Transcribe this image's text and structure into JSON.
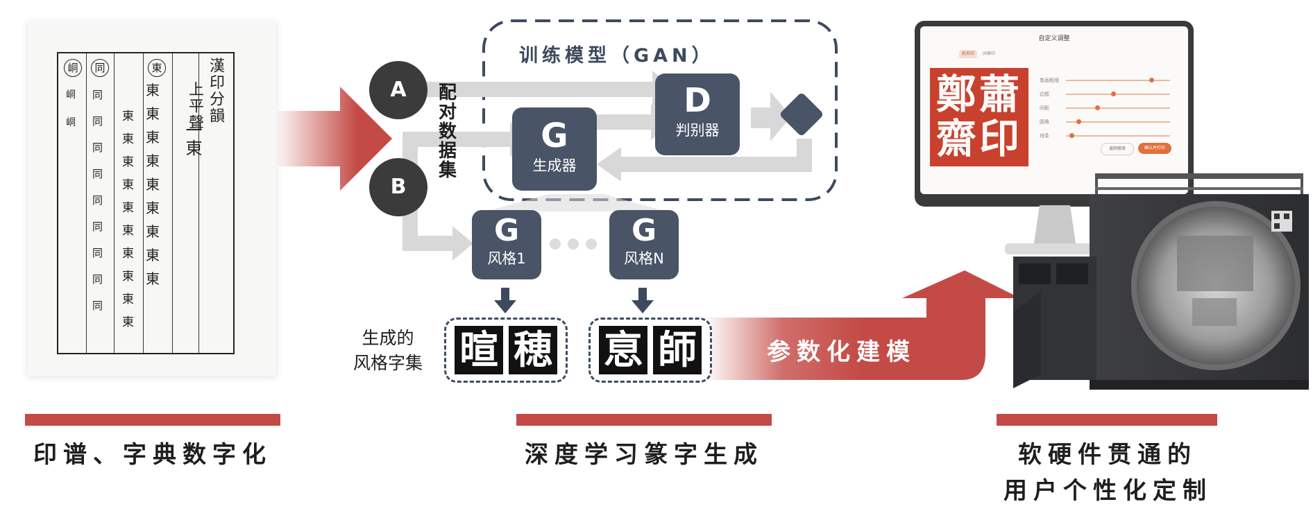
{
  "book": {
    "heading_1": "漢印分韻",
    "heading_2": "上平聲",
    "heading_3": "一東",
    "circled": [
      "東",
      "同",
      "峒"
    ],
    "col_dong": [
      "東",
      "東",
      "東",
      "東",
      "東",
      "東",
      "東",
      "東",
      "東"
    ],
    "col_dong2": [
      "東",
      "東",
      "東",
      "東",
      "東",
      "東",
      "東",
      "東",
      "東",
      "東"
    ],
    "col_tong": [
      "同",
      "同",
      "同",
      "同",
      "同",
      "同",
      "同",
      "同",
      "同"
    ],
    "col_dong3": [
      "峒",
      "峒"
    ]
  },
  "diagram": {
    "gan_title": "训练模型（GAN）",
    "node_a": "A",
    "node_b": "B",
    "paired_dataset": "配对数据集",
    "g_letter": "G",
    "generator_label": "生成器",
    "d_letter": "D",
    "discriminator_label": "判别器",
    "style1_label": "风格1",
    "styleN_label": "风格N",
    "generated_charset_line1": "生成的",
    "generated_charset_line2": "风格字集",
    "seal_chars_set1": [
      "暄",
      "穂"
    ],
    "seal_chars_set2": [
      "恴",
      "師"
    ],
    "parametric_modeling": "参数化建模"
  },
  "monitor": {
    "title": "自定义调整",
    "tabs": [
      "姓名印",
      "闲章印"
    ],
    "seal_text": "鄭蕭齋印",
    "slider_labels": [
      "笔画粗细",
      "边框",
      "间距",
      "圆角",
      "线条"
    ],
    "slider_values": [
      0.82,
      0.45,
      0.3,
      0.12,
      0.05
    ],
    "buttons": [
      "返回修改",
      "确认并打印"
    ]
  },
  "sections": {
    "left": "印谱、字典数字化",
    "middle": "深度学习篆字生成",
    "right_line1": "软硬件贯通的",
    "right_line2": "用户个性化定制"
  },
  "colors": {
    "accent_red": "#c44a45",
    "node_blue": "#4a5467",
    "dash_blue": "#3d4a5e",
    "arrow_gray": "#d8d8d8"
  }
}
